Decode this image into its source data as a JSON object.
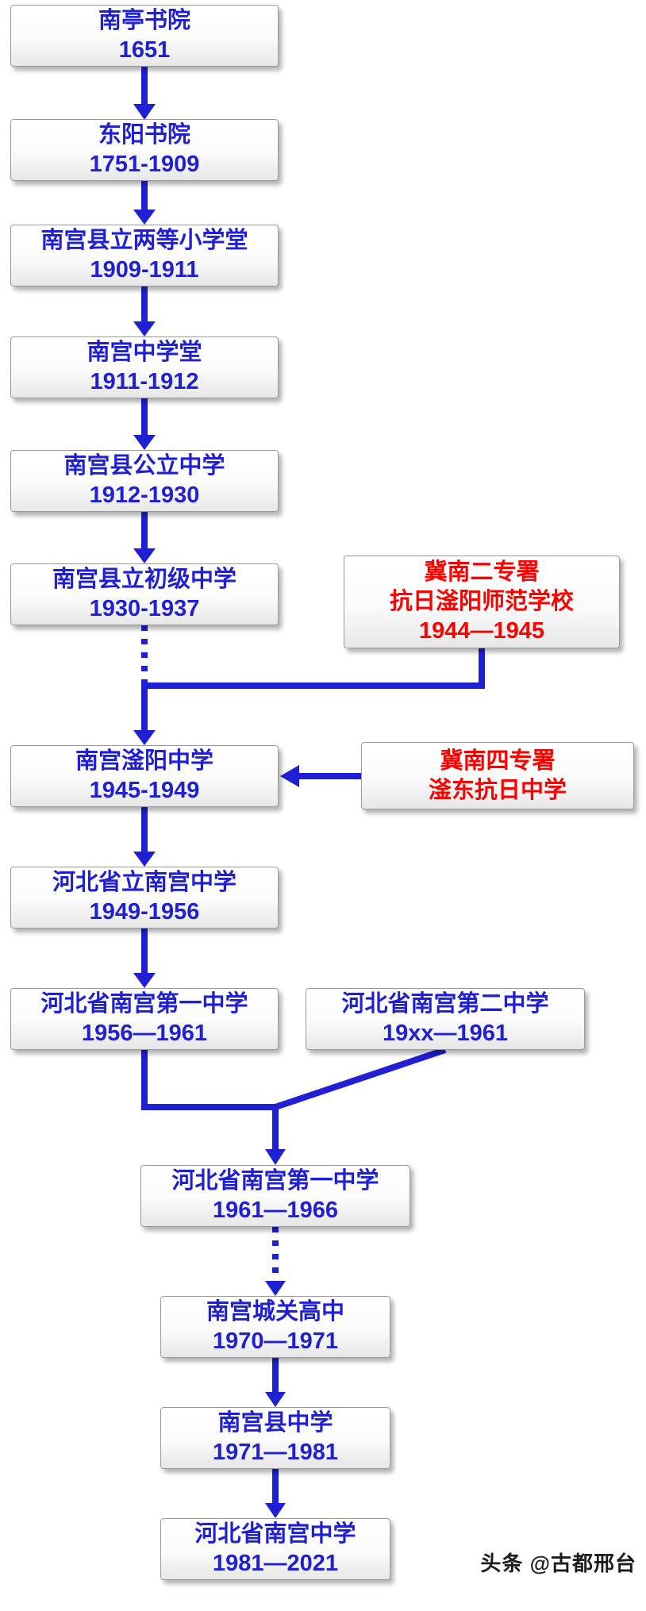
{
  "nodes": [
    {
      "title": "南亭书院",
      "years": "1651"
    },
    {
      "title": "东阳书院",
      "years": "1751-1909"
    },
    {
      "title": "南宫县立两等小学堂",
      "years": "1909-1911"
    },
    {
      "title": "南宫中学堂",
      "years": "1911-1912"
    },
    {
      "title": "南宫县公立中学",
      "years": "1912-1930"
    },
    {
      "title": "南宫县立初级中学",
      "years": "1930-1937"
    },
    {
      "title": "冀南二专署",
      "line2": "抗日滏阳师范学校",
      "years": "1944—1945"
    },
    {
      "title": "南宫滏阳中学",
      "years": "1945-1949"
    },
    {
      "title": "冀南四专署",
      "line2": "滏东抗日中学"
    },
    {
      "title": "河北省立南宫中学",
      "years": "1949-1956"
    },
    {
      "title": "河北省南宫第一中学",
      "years": "1956—1961"
    },
    {
      "title": "河北省南宫第二中学",
      "years": "19xx—1961"
    },
    {
      "title": "河北省南宫第一中学",
      "years": "1961—1966"
    },
    {
      "title": "南宫城关高中",
      "years": "1970—1971"
    },
    {
      "title": "南宫县中学",
      "years": "1971—1981"
    },
    {
      "title": "河北省南宫中学",
      "years": "1981—2021"
    }
  ],
  "watermark": "头条 @古都邢台",
  "colors": {
    "node_text": "#1f1fd4",
    "side_text": "#ff0000",
    "arrow": "#1f1fd4",
    "border": "#9a9a9a"
  }
}
